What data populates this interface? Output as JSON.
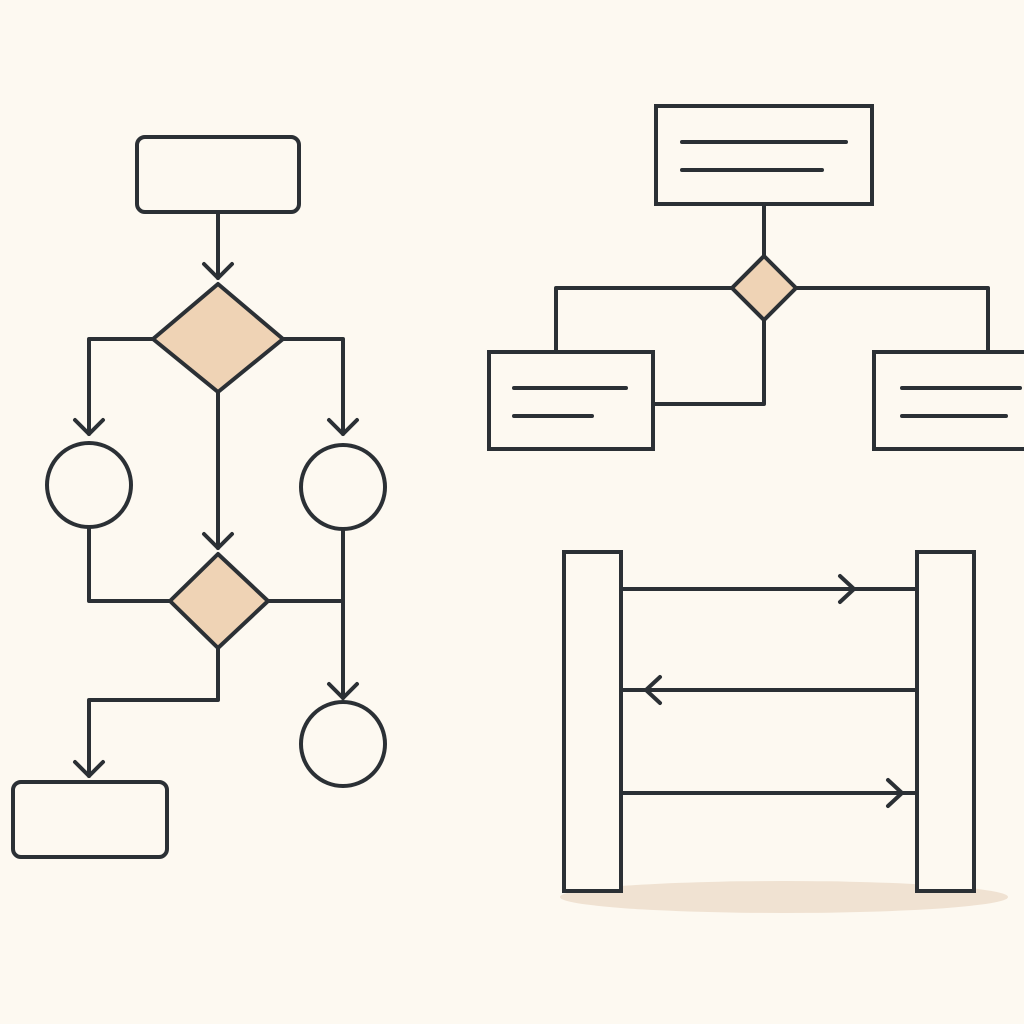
{
  "colors": {
    "background": "#fdf9f1",
    "stroke": "#2b3035",
    "decision_fill": "#efd3b5",
    "box_fill": "#fdf9f1",
    "shadow": "#f0e2d2"
  },
  "diagrams": [
    {
      "kind": "flowchart",
      "nodes": [
        {
          "id": "start",
          "shape": "rounded-rectangle",
          "label": ""
        },
        {
          "id": "decision-1",
          "shape": "diamond",
          "label": ""
        },
        {
          "id": "left-circle",
          "shape": "circle",
          "label": ""
        },
        {
          "id": "right-circle",
          "shape": "circle",
          "label": ""
        },
        {
          "id": "decision-2",
          "shape": "diamond",
          "label": ""
        },
        {
          "id": "bottom-circle",
          "shape": "circle",
          "label": ""
        },
        {
          "id": "end",
          "shape": "rounded-rectangle",
          "label": ""
        }
      ],
      "edges": [
        {
          "from": "start",
          "to": "decision-1",
          "arrow": true
        },
        {
          "from": "decision-1",
          "to": "left-circle",
          "arrow": true
        },
        {
          "from": "decision-1",
          "to": "right-circle",
          "arrow": true
        },
        {
          "from": "decision-1",
          "to": "decision-2",
          "arrow": true
        },
        {
          "from": "left-circle",
          "to": "decision-2",
          "arrow": false
        },
        {
          "from": "right-circle",
          "to": "bottom-circle",
          "arrow": true
        },
        {
          "from": "decision-2",
          "to": "end",
          "arrow": true
        }
      ]
    },
    {
      "kind": "entity-relationship",
      "nodes": [
        {
          "id": "top-entity",
          "shape": "rectangle",
          "text_lines": 2
        },
        {
          "id": "relationship",
          "shape": "diamond"
        },
        {
          "id": "left-entity",
          "shape": "rectangle",
          "text_lines": 2
        },
        {
          "id": "right-entity",
          "shape": "rectangle",
          "text_lines": 2
        }
      ],
      "edges": [
        {
          "from": "top-entity",
          "to": "relationship"
        },
        {
          "from": "relationship",
          "to": "left-entity"
        },
        {
          "from": "relationship",
          "to": "right-entity"
        }
      ]
    },
    {
      "kind": "sequence",
      "lifelines": 2,
      "messages": [
        {
          "from": 1,
          "to": 2,
          "direction": "right"
        },
        {
          "from": 2,
          "to": 1,
          "direction": "left"
        },
        {
          "from": 1,
          "to": 2,
          "direction": "right"
        }
      ]
    }
  ]
}
